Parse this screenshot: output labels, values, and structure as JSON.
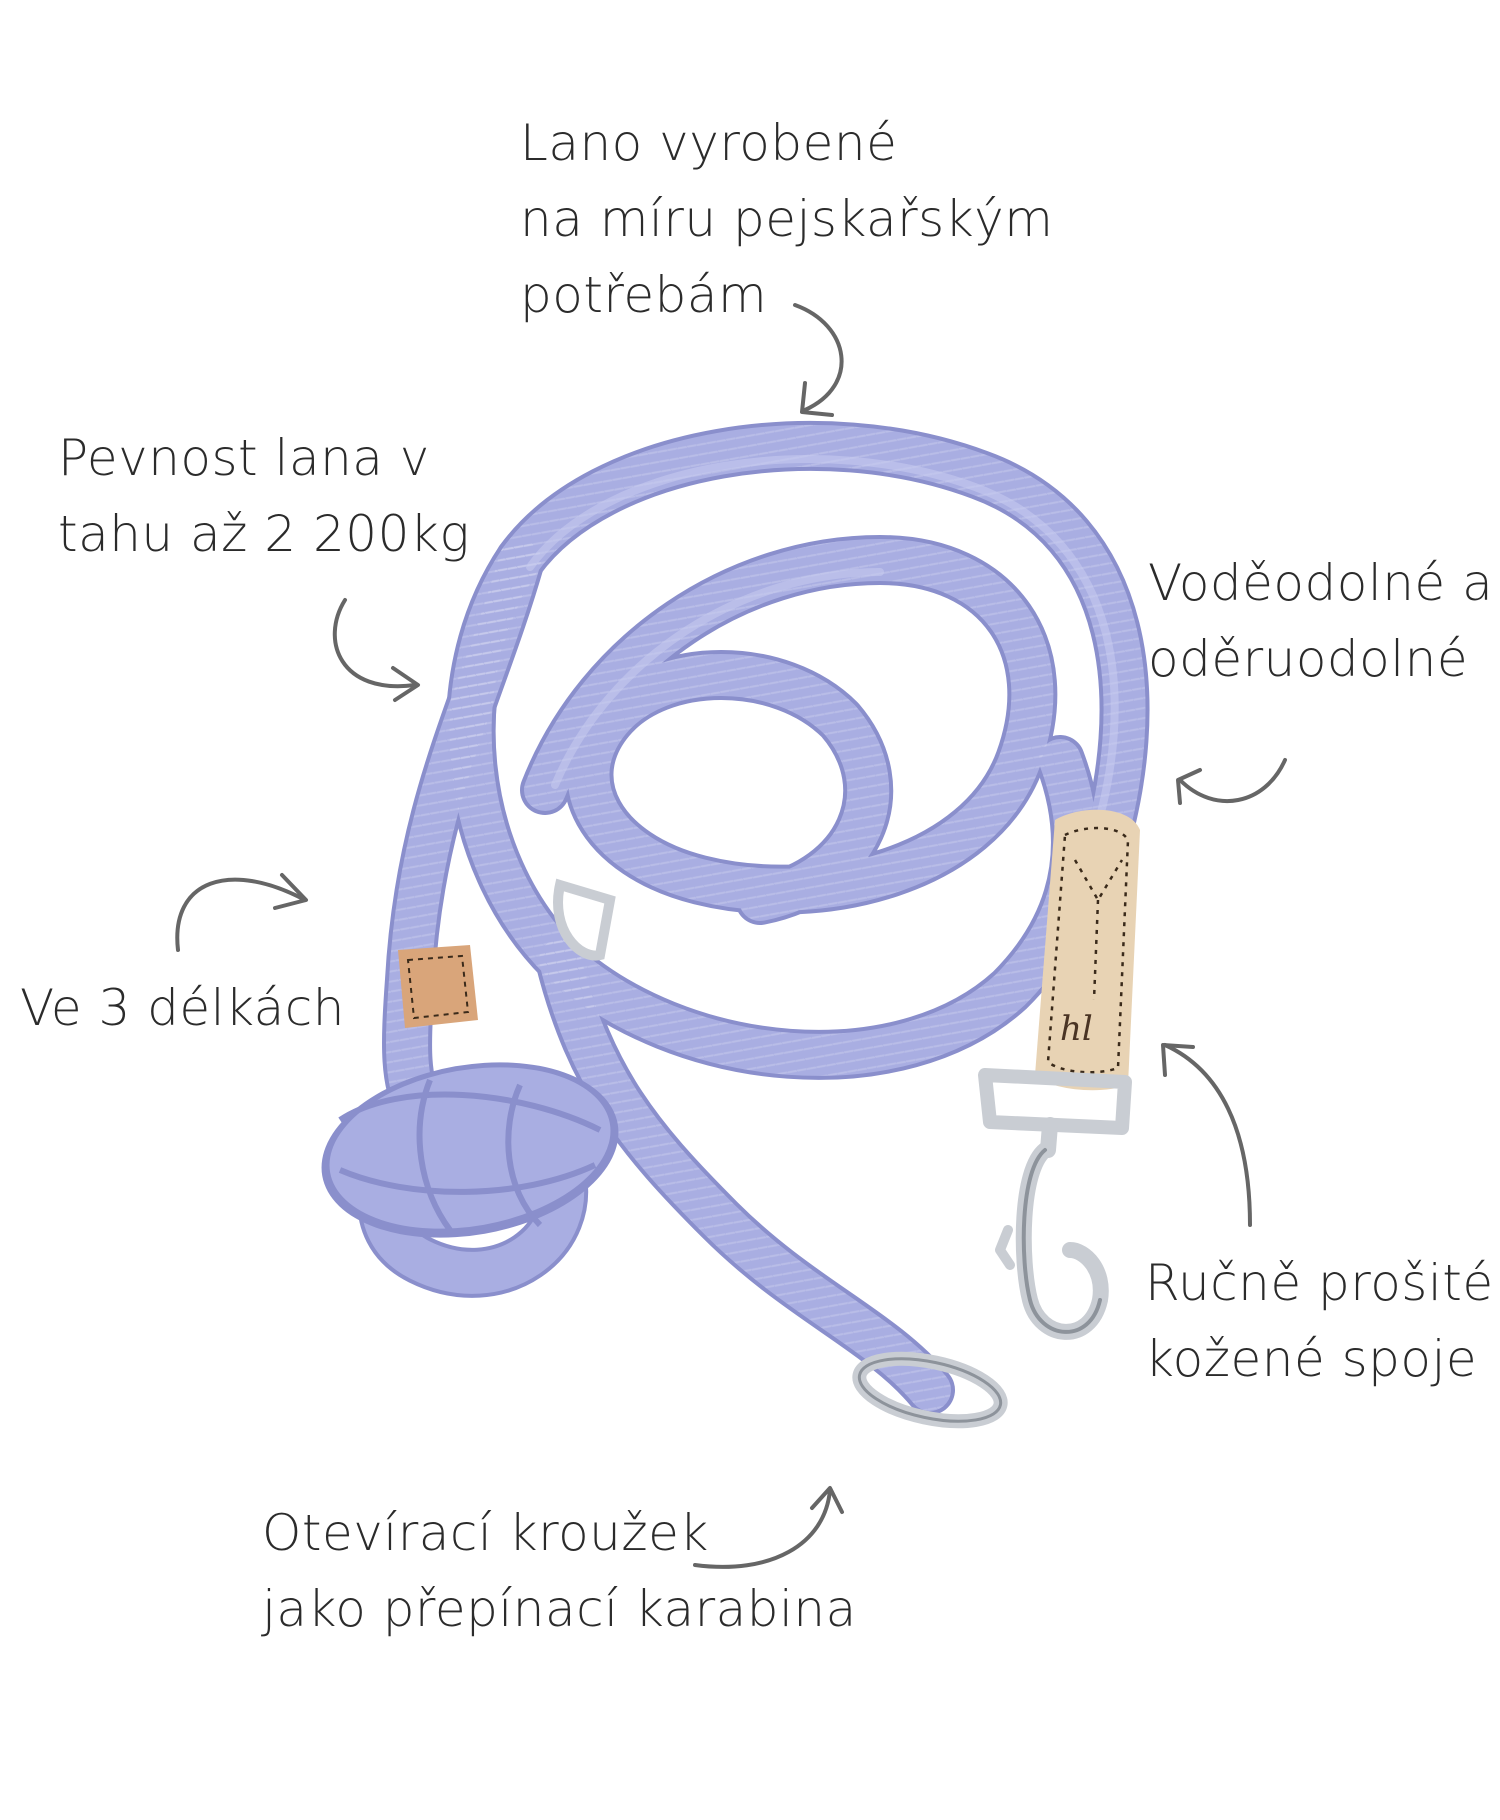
{
  "colors": {
    "rope": "#a9aee2",
    "rope_shadow": "#8a8fcc",
    "rope_highlight": "#c8ccf0",
    "leather": "#e8d3b4",
    "leather_tan": "#d9a57a",
    "metal": "#c9cdd3",
    "arrow": "#666666",
    "text": "#2b2b2b",
    "background": "#ffffff"
  },
  "labels": {
    "rope": [
      "Lano vyrobené",
      "na míru pejskařským",
      "potřebám"
    ],
    "strength": [
      "Pevnost lana v",
      "tahu až 2 200kg"
    ],
    "waterproof": [
      "Voděodolné a",
      "oděruodolné"
    ],
    "lengths": [
      "Ve 3 délkách"
    ],
    "stitched": [
      "Ručně prošité",
      "kožené spoje"
    ],
    "ring": [
      "Otevírací kroužek",
      "jako přepínací karabina"
    ]
  },
  "icons": {
    "arrow": "curved-arrow-icon",
    "snap_hook": "snap-hook-icon",
    "o_ring": "o-ring-icon"
  }
}
